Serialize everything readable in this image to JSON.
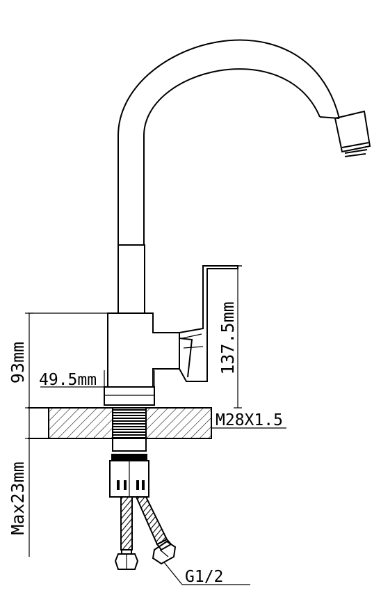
{
  "dimensions": {
    "deck_to_body_top": "93mm",
    "body_width": "49.5mm",
    "handle_height": "137.5mm",
    "thread": "M28X1.5",
    "max_deck_thickness": "Max23mm",
    "hose_connection": "G1/2"
  },
  "colors": {
    "line": "#000000",
    "background": "#ffffff"
  }
}
